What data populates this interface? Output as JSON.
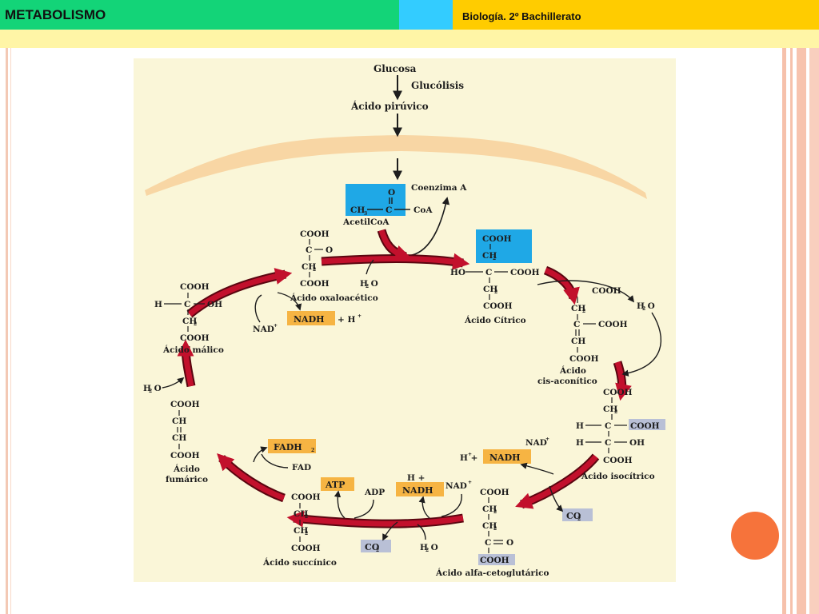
{
  "header": {
    "title": "METABOLISMO",
    "subtitle": "Biología. 2º Bachillerato"
  },
  "colors": {
    "header_green": "#13d478",
    "header_cyan": "#33ccff",
    "header_yellow": "#ffcc00",
    "band": "#fff5a6",
    "cycle_arrow": "#c2102c",
    "box_orange": "#f6b443",
    "box_blue": "#1fa8e6",
    "box_grey": "#b9c0d6",
    "membrane": "#f8d6a4",
    "bullet": "#f6733b"
  },
  "diagram": {
    "top": {
      "glucose": "Glucosa",
      "glycolysis": "Glucólisis",
      "pyruvate": "Ácido pirúvico"
    },
    "acetylcoa": {
      "o": "O",
      "ch": "CH",
      "c": "C",
      "coa": "CoA",
      "coenzyme": "Coenzima A",
      "name": "AcetilCoA"
    },
    "oxaloacetic": {
      "l1": "COOH",
      "l2": "C",
      "l2b": "O",
      "l3": "CH",
      "l4": "COOH",
      "name": "Ácido oxaloacético"
    },
    "citric": {
      "l1": "COOH",
      "l2": "CH",
      "ho": "HO",
      "c": "C",
      "cooh": "COOH",
      "l4": "CH",
      "l5": "COOH",
      "name": "Ácido Cítrico"
    },
    "water1": "H O",
    "aconitic": {
      "l1": "COOH",
      "l2": "CH",
      "l3": "C",
      "l3b": "COOH",
      "l4": "CH",
      "l5": "COOH",
      "name1": "Ácido",
      "name2": "cis-aconítico"
    },
    "water2": "H O",
    "isocitric": {
      "l1": "COOH",
      "l2": "CH",
      "h1": "H",
      "c1": "C",
      "cooh": "COOH",
      "h2": "H",
      "c2": "C",
      "oh": "OH",
      "l5": "COOH",
      "name": "Ácido isocítrico"
    },
    "nad1": "NAD",
    "hplus1": "H + ",
    "nadh1": "NADH",
    "co2_1": "CO",
    "ketoglutaric": {
      "l1": "COOH",
      "l2": "CH",
      "l3": "CH",
      "l4": "C",
      "l4b": "O",
      "l5": "COOH",
      "name": "Ácido alfa-cetoglutárico"
    },
    "nad2": "NAD",
    "hplus2": "H +",
    "nadh2": "NADH",
    "adp": "ADP",
    "atp": "ATP",
    "co2_2": "CO",
    "water3": "H O",
    "succinic": {
      "l1": "COOH",
      "l2": "CH",
      "l3": "CH",
      "l4": "COOH",
      "name": "Ácido succínico"
    },
    "fad": "FAD",
    "fadh": "FADH",
    "fumaric": {
      "l1": "COOH",
      "l2": "CH",
      "l3": "CH",
      "l4": "COOH",
      "name1": "Ácido",
      "name2": "fumárico"
    },
    "water4": "H O",
    "malic": {
      "l1": "COOH",
      "h": "H",
      "c": "C",
      "oh": "OH",
      "l3": "CH",
      "l4": "COOH",
      "name": "Ácido málico"
    },
    "nad3": "NAD",
    "nadh3": "NADH",
    "hplus3": "+ H"
  }
}
